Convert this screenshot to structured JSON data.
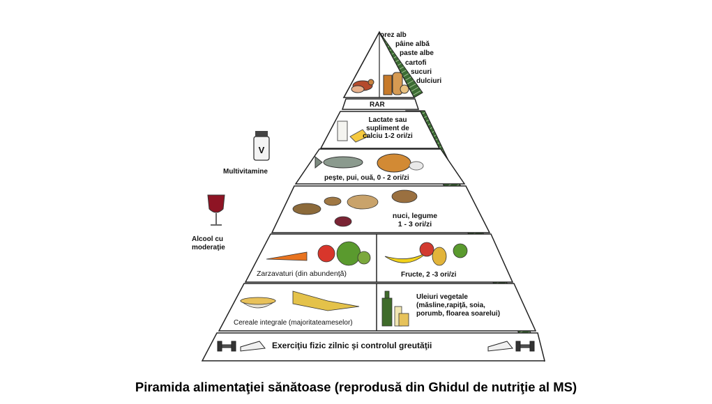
{
  "top": {
    "items": [
      "orez alb",
      "pâine albă",
      "paste albe",
      "cartofi",
      "sucuri",
      "dulciuri"
    ],
    "rar_label": "RAR"
  },
  "tiers": {
    "dairy": "Lactate sau\nsupliment de\ncalciu 1-2 ori/zi",
    "protein": "peşte, pui, ouă, 0 - 2 ori/zi",
    "nuts": "nuci, legume\n1 - 3 ori/zi",
    "vegetables": "Zarzavaturi (din abundenţă)",
    "fruits": "Fructe, 2 -3 ori/zi",
    "cereals": "Cereale integrale (majoritateameselor)",
    "oils": "Uleiuri vegetale\n(măsline,rapiţă, soia,\nporumb, floarea soarelui)",
    "exercise": "Exerciţiu fizic zilnic şi controlul greutăţii"
  },
  "side": {
    "multivitamins": "Multivitamine",
    "vitamin_letter": "V",
    "alcohol": "Alcool cu\nmoderaţie"
  },
  "caption": "Piramida alimentaţiei sănătoase (reprodusă din Ghidul de nutriţie al MS)",
  "colors": {
    "side_face": "#2f5f2a",
    "outline": "#222222",
    "carrot": "#e8731f",
    "banana": "#f2d21b",
    "grapes": "#5a9a2e",
    "wine": "#8e1424"
  }
}
